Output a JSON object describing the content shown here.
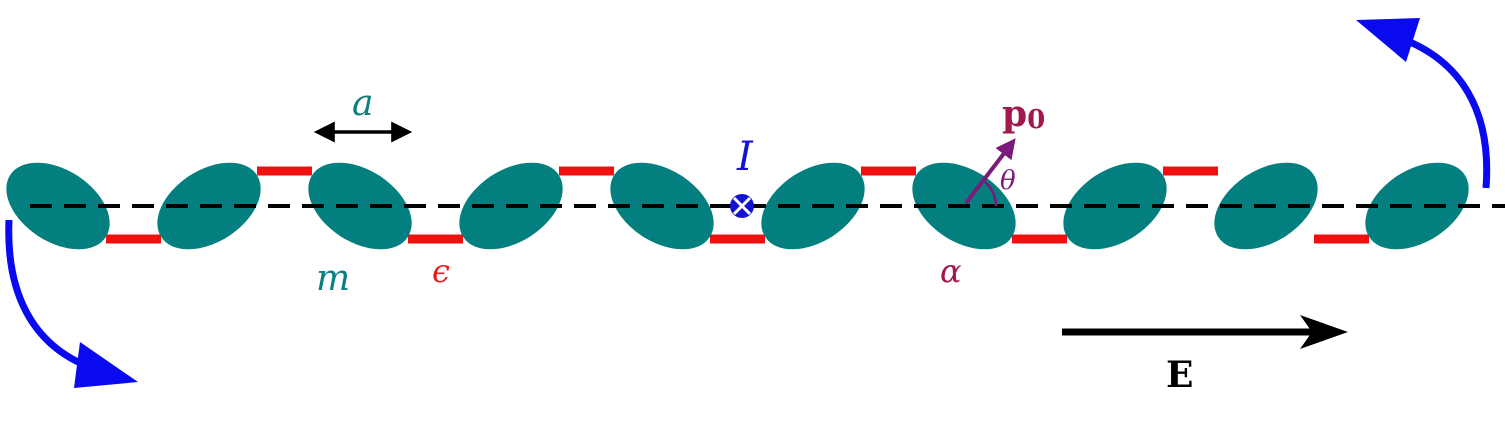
{
  "labels": {
    "spacing": "a",
    "mass": "m",
    "coupling": "ϵ",
    "polarizability": "α",
    "current": "I",
    "dipole_main": "p",
    "dipole_sub": "0",
    "angle": "θ",
    "field": "E"
  },
  "colors": {
    "molecule": "#037f7f",
    "bond": "#f01010",
    "rotation_arrow": "#0a0af0",
    "dipole_arrow": "#7a1a7a",
    "current_marker": "#1414d0",
    "axis": "#000000"
  },
  "molecules": {
    "count": 10,
    "tilt_pattern": [
      "down-right",
      "up-right",
      "down-right",
      "up-right",
      "down-right",
      "up-right",
      "down-right",
      "up-right",
      "up-right",
      "up-right"
    ]
  },
  "bonds": {
    "pattern": [
      "bottom",
      "top",
      "bottom",
      "top",
      "bottom",
      "top",
      "bottom",
      "top",
      "bottom"
    ]
  },
  "icons": {
    "current": "current-into-page-icon",
    "rotation_left": "curved-arrow-down-icon",
    "rotation_right": "curved-arrow-up-icon"
  }
}
